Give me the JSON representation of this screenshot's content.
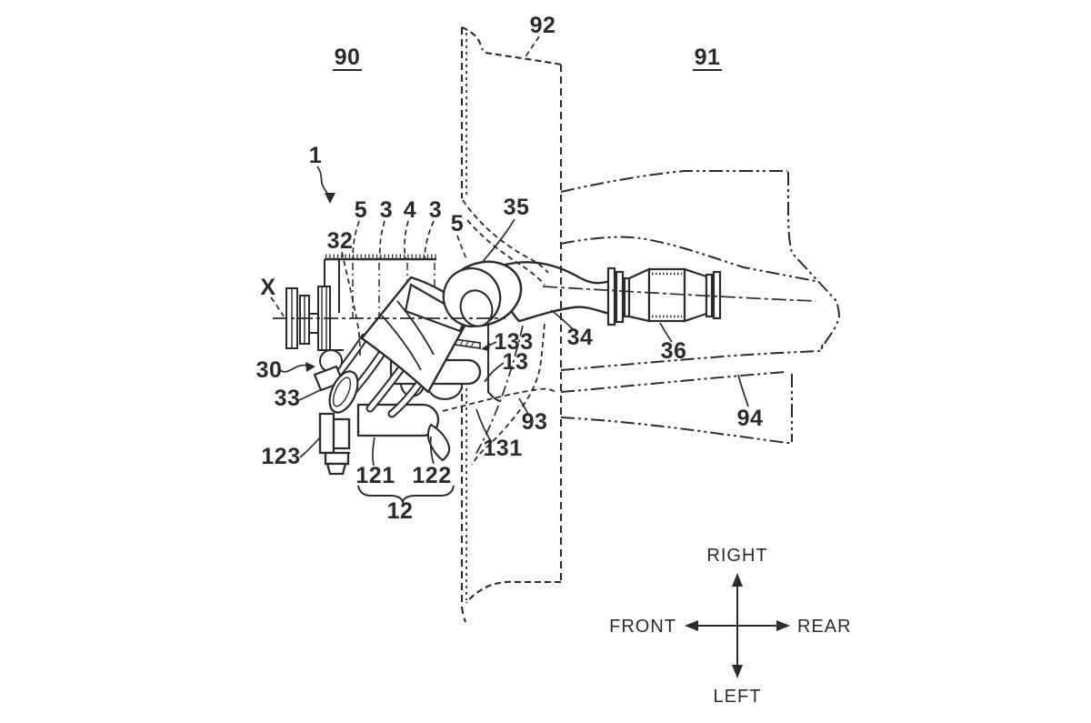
{
  "figure": {
    "background": "#ffffff",
    "ink_color": "#2b2b2b",
    "type": "patent-line-drawing",
    "labels": [
      {
        "id": "90",
        "text": "90"
      },
      {
        "id": "92",
        "text": "92"
      },
      {
        "id": "91",
        "text": "91"
      },
      {
        "id": "1",
        "text": "1"
      },
      {
        "id": "5a",
        "text": "5"
      },
      {
        "id": "3a",
        "text": "3"
      },
      {
        "id": "4",
        "text": "4"
      },
      {
        "id": "3b",
        "text": "3"
      },
      {
        "id": "5b",
        "text": "5"
      },
      {
        "id": "35",
        "text": "35"
      },
      {
        "id": "32",
        "text": "32"
      },
      {
        "id": "x",
        "text": "X"
      },
      {
        "id": "30",
        "text": "30"
      },
      {
        "id": "33",
        "text": "33"
      },
      {
        "id": "133",
        "text": "133"
      },
      {
        "id": "13",
        "text": "13"
      },
      {
        "id": "34",
        "text": "34"
      },
      {
        "id": "36",
        "text": "36"
      },
      {
        "id": "93",
        "text": "93"
      },
      {
        "id": "131",
        "text": "131"
      },
      {
        "id": "94",
        "text": "94"
      },
      {
        "id": "123",
        "text": "123"
      },
      {
        "id": "121",
        "text": "121"
      },
      {
        "id": "122",
        "text": "122"
      },
      {
        "id": "12",
        "text": "12"
      }
    ],
    "compass": {
      "top": "RIGHT",
      "bottom": "LEFT",
      "left": "FRONT",
      "right": "REAR"
    }
  }
}
